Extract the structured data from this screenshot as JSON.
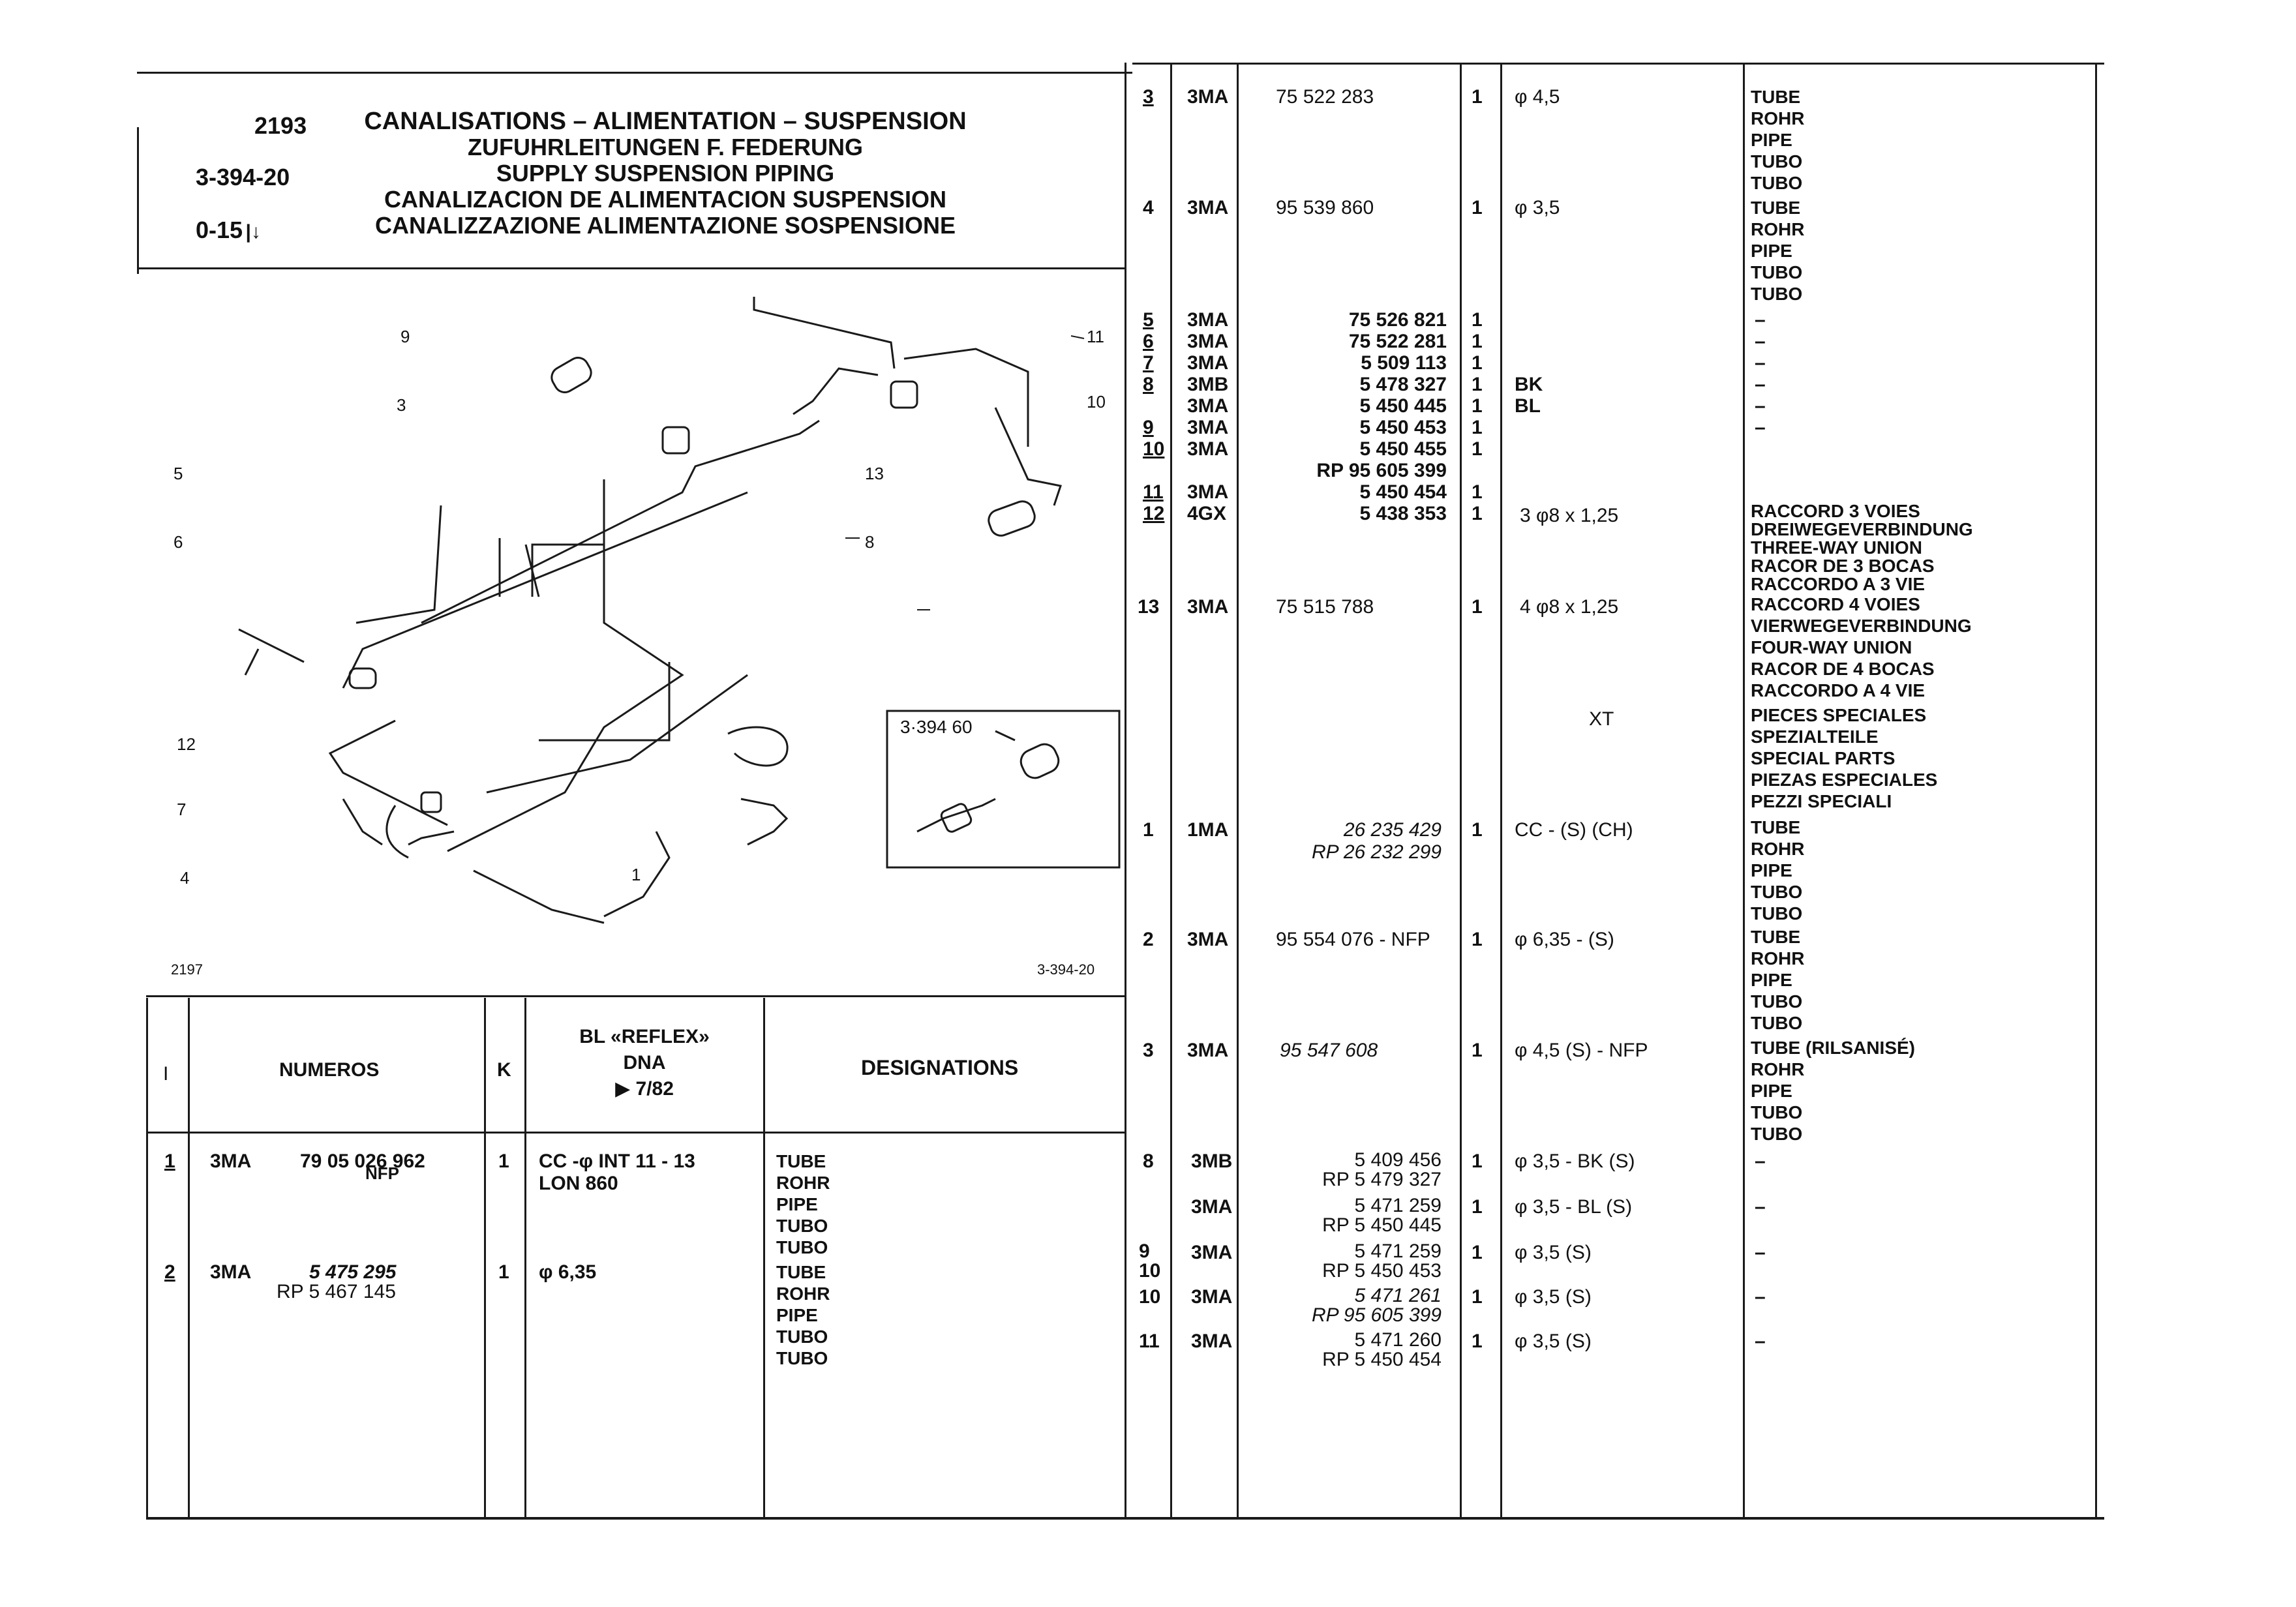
{
  "header": {
    "group_number": "2193",
    "figure_ref": "3-394-20",
    "model_ref": "0-15",
    "title_fr": "CANALISATIONS – ALIMENTATION – SUSPENSION",
    "title_de": "ZUFUHRLEITUNGEN F. FEDERUNG",
    "title_en": "SUPPLY SUSPENSION PIPING",
    "title_es": "CANALIZACION DE ALIMENTACION SUSPENSION",
    "title_it": "CANALIZZAZIONE ALIMENTAZIONE SOSPENSIONE"
  },
  "diagram": {
    "callouts": [
      "9",
      "3",
      "5",
      "6",
      "11",
      "10",
      "13",
      "8",
      "12",
      "7",
      "1",
      "4"
    ],
    "inset_label": "3·394 60",
    "footer_left": "2197",
    "footer_right": "3-394-20"
  },
  "left_table": {
    "headers": {
      "col_index": "I",
      "col_numbers": "NUMEROS",
      "col_k": "K",
      "col_bl_1": "BL «REFLEX»",
      "col_bl_2": "DNA",
      "col_bl_3": "▶ 7/82",
      "col_designations": "DESIGNATIONS"
    },
    "rows": [
      {
        "idx": "1",
        "code": "3MA",
        "number": "79 05 026 962",
        "number_sub": "NFP",
        "k": "1",
        "spec": "CC -φ INT 11 - 13\nLON 860",
        "designation": "TUBE\nROHR\nPIPE\nTUBO\nTUBO"
      },
      {
        "idx": "2",
        "code": "3MA",
        "number": "5 475 295",
        "number_sub": "RP 5 467 145",
        "k": "1",
        "spec": "φ 6,35",
        "designation": "TUBE\nROHR\nPIPE\nTUBO\nTUBO"
      }
    ]
  },
  "right_table": {
    "rows": [
      {
        "idx": "3",
        "code": "3MA",
        "number": "75 522 283",
        "k": "1",
        "spec": "φ 4,5",
        "designation": "TUBE\nROHR\nPIPE\nTUBO\nTUBO"
      },
      {
        "idx": "4",
        "code": "3MA",
        "number": "95 539 860",
        "k": "1",
        "spec": "φ 3,5",
        "designation": "TUBE\nROHR\nPIPE\nTUBO\nTUBO"
      },
      {
        "idx": "5\n6\n7\n8\n\n9\n10\n\n11\n12",
        "code": "3MA\n3MA\n3MA\n3MB\n3MA\n3MA\n3MA\n\n3MA\n4GX",
        "number": "75 526 821\n75 522 281\n5 509 113\n5 478 327\n5 450 445\n5 450 453\n5 450 455\nRP 95 605 399\n5 450 454\n5 438 353",
        "k": "1\n1\n1\n1\n1\n1\n1\n\n1\n1",
        "spec": "\n\n\nBK\nBL",
        "designation": "–\n–\n–\n–\n–\n–"
      },
      {
        "idx": "",
        "code": "",
        "number": "",
        "k": "",
        "spec": "3 φ8 x 1,25",
        "designation": "RACCORD 3 VOIES\nDREIWEGEVERBINDUNG\nTHREE-WAY UNION\nRACOR DE 3 BOCAS\nRACCORDO A 3 VIE"
      },
      {
        "idx": "13",
        "code": "3MA",
        "number": "75 515 788",
        "k": "1",
        "spec": "4 φ8 x 1,25",
        "designation": "RACCORD 4 VOIES\nVIERWEGEVERBINDUNG\nFOUR-WAY UNION\nRACOR DE 4 BOCAS\nRACCORDO A 4 VIE"
      },
      {
        "idx": "",
        "code": "",
        "number": "",
        "k": "",
        "spec": "XT",
        "designation": "PIECES SPECIALES\nSPEZIALTEILE\nSPECIAL PARTS\nPIEZAS ESPECIALES\nPEZZI SPECIALI"
      },
      {
        "idx": "1",
        "code": "1MA",
        "number": "26 235 429\nRP 26 232 299",
        "k": "1",
        "spec": "CC - (S) (CH)",
        "designation": "TUBE\nROHR\nPIPE\nTUBO\nTUBO"
      },
      {
        "idx": "2",
        "code": "3MA",
        "number": "95 554 076 - NFP",
        "k": "1",
        "spec": "φ 6,35 - (S)",
        "designation": "TUBE\nROHR\nPIPE\nTUBO\nTUBO"
      },
      {
        "idx": "3",
        "code": "3MA",
        "number": "95 547 608",
        "k": "1",
        "spec": "φ 4,5 (S) - NFP",
        "designation": "TUBE (RILSANISÉ)\nROHR\nPIPE\nTUBO\nTUBO"
      },
      {
        "idx": "8",
        "code": "3MB",
        "number": "5 409 456\nRP 5 479 327",
        "k": "1",
        "spec": "φ 3,5 - BK (S)",
        "designation": "–"
      },
      {
        "idx": "",
        "code": "3MA",
        "number": "5 471 259\nRP 5 450 445",
        "k": "1",
        "spec": "φ 3,5 - BL (S)",
        "designation": "–"
      },
      {
        "idx": "9\n10",
        "code": "3MA",
        "number": "5 471 259\nRP 5 450 453",
        "k": "1",
        "spec": "φ 3,5 (S)",
        "designation": "–"
      },
      {
        "idx": "10",
        "code": "3MA",
        "number": "5 471 261\nRP 95 605 399",
        "k": "1",
        "spec": "φ 3,5 (S)",
        "designation": "–"
      },
      {
        "idx": "11",
        "code": "3MA",
        "number": "5 471 260\nRP 5 450 454",
        "k": "1",
        "spec": "φ 3,5 (S)",
        "designation": "–"
      }
    ]
  }
}
